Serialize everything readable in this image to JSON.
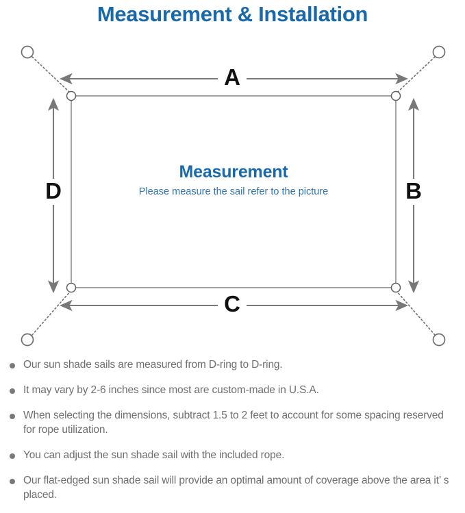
{
  "page": {
    "title": "Measurement & Installation",
    "title_color": "#1869ac",
    "background_color": "#ffffff"
  },
  "diagram": {
    "name": "sun-shade-sail-measurement-diagram",
    "sail_center_title": "Measurement",
    "sail_center_subtitle": "Please measure the sail refer to the picture",
    "sail_color": "#ffffff",
    "sail_border_color": "#808080",
    "arrow_color": "#787878",
    "rope_color": "#6f6f6f",
    "dimension_labels": [
      {
        "id": "A",
        "label": "A",
        "edge": "top"
      },
      {
        "id": "B",
        "label": "B",
        "edge": "right"
      },
      {
        "id": "C",
        "label": "C",
        "edge": "bottom"
      },
      {
        "id": "D",
        "label": "D",
        "edge": "left"
      }
    ],
    "anchor_points": [
      {
        "id": "top-left",
        "label": "anchor-ring-top-left"
      },
      {
        "id": "top-right",
        "label": "anchor-ring-top-right"
      },
      {
        "id": "bottom-left",
        "label": "anchor-ring-bottom-left"
      },
      {
        "id": "bottom-right",
        "label": "anchor-ring-bottom-right"
      }
    ],
    "d_rings": [
      {
        "id": "corner-top-left",
        "label": "d-ring-top-left"
      },
      {
        "id": "corner-top-right",
        "label": "d-ring-top-right"
      },
      {
        "id": "corner-bottom-left",
        "label": "d-ring-bottom-left"
      },
      {
        "id": "corner-bottom-right",
        "label": "d-ring-bottom-right"
      }
    ]
  },
  "notes": {
    "text_color": "#6e6e6e",
    "bullet_color": "#7a7a7a",
    "items": [
      "Our sun shade sails are measured from D-ring to D-ring.",
      "It may vary by 2-6 inches since most are custom-made in U.S.A.",
      "When selecting the dimensions, subtract 1.5 to 2 feet to account for some spacing reserved for rope utilization.",
      "You can adjust the sun shade sail with the included rope.",
      "Our flat-edged sun shade sail will provide an optimal amount of coverage above the area it’ s placed."
    ]
  }
}
